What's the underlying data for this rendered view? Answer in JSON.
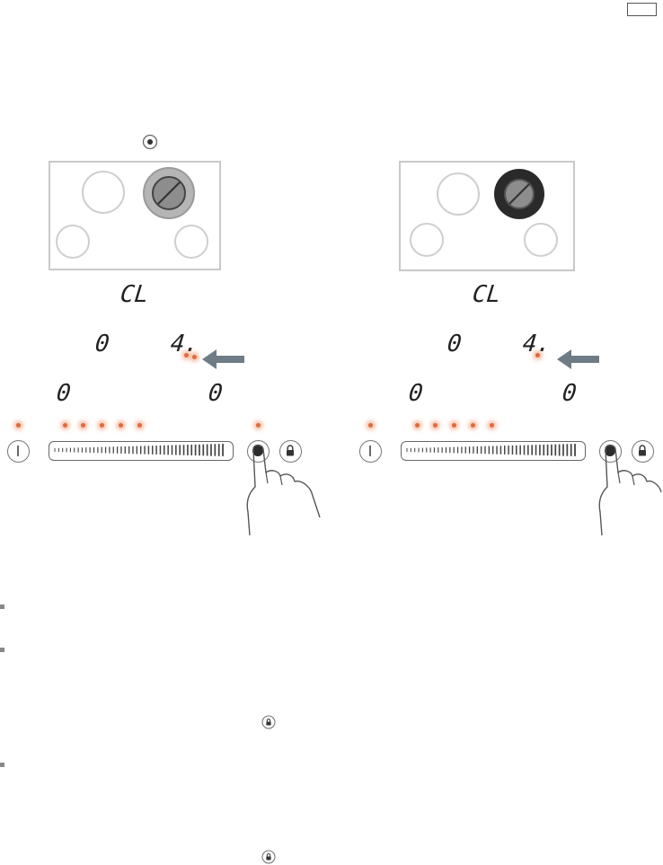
{
  "display": {
    "cl_left": "CL",
    "cl_right": "CL",
    "left_panel": {
      "zone_top_left": "0",
      "zone_top_right": "4.",
      "zone_bottom_left": "0",
      "zone_bottom_right": "0"
    },
    "right_panel": {
      "zone_top_left": "0",
      "zone_top_right": "4.",
      "zone_bottom_left": "0",
      "zone_bottom_right": "0"
    }
  },
  "icons": {
    "zone_select_symbol": "zone-select-icon",
    "power": "power-icon",
    "lock": "lock-icon",
    "arrow": "arrow-left-icon",
    "hand": "hand-pointer-icon"
  },
  "colors": {
    "led": "#e06a3a",
    "led_glow": "#f0966e",
    "arrow": "#6f7c86",
    "hob_outline": "#c9c9c9",
    "active_zone_left": "#9a9a9a",
    "active_zone_right": "#2a2a2a"
  }
}
